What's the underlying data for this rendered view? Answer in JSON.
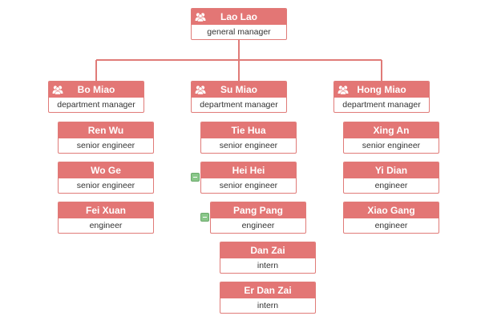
{
  "colors": {
    "header": "#e37675",
    "border": "#e07b78",
    "line": "#e07b78",
    "collapse": "#8ac78a"
  },
  "root": {
    "name": "Lao Lao",
    "title": "general manager"
  },
  "departments": [
    {
      "name": "Bo Miao",
      "title": "department manager",
      "members": [
        {
          "name": "Ren Wu",
          "title": "senior engineer"
        },
        {
          "name": "Wo Ge",
          "title": "senior engineer"
        },
        {
          "name": "Fei Xuan",
          "title": "engineer"
        }
      ]
    },
    {
      "name": "Su Miao",
      "title": "department manager",
      "members": [
        {
          "name": "Tie Hua",
          "title": "senior engineer"
        },
        {
          "name": "Hei Hei",
          "title": "senior engineer"
        },
        {
          "name": "Pang Pang",
          "title": "engineer"
        },
        {
          "name": "Dan Zai",
          "title": "intern"
        },
        {
          "name": "Er Dan Zai",
          "title": "intern"
        }
      ]
    },
    {
      "name": "Hong Miao",
      "title": "department manager",
      "members": [
        {
          "name": "Xing An",
          "title": "senior engineer"
        },
        {
          "name": "Yi Dian",
          "title": "engineer"
        },
        {
          "name": "Xiao Gang",
          "title": "engineer"
        }
      ]
    }
  ]
}
